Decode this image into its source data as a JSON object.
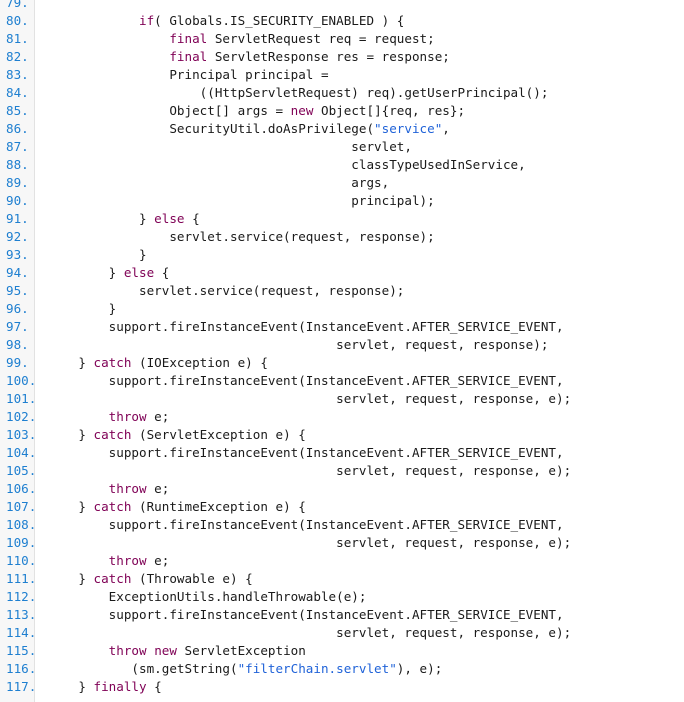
{
  "colors": {
    "keyword": "#7f0055",
    "string": "#1f62d8",
    "line_number": "#1e7fd0",
    "text": "#1a1a1a"
  },
  "lines": [
    {
      "n": "79.",
      "i": 0,
      "t": [
        {
          "x": ""
        }
      ]
    },
    {
      "n": "80.",
      "i": 3,
      "t": [
        {
          "k": "if"
        },
        {
          "x": "( Globals.IS_SECURITY_ENABLED ) {"
        }
      ]
    },
    {
      "n": "81.",
      "i": 4,
      "t": [
        {
          "k": "final"
        },
        {
          "x": " ServletRequest req = request;"
        }
      ]
    },
    {
      "n": "82.",
      "i": 4,
      "t": [
        {
          "k": "final"
        },
        {
          "x": " ServletResponse res = response;"
        }
      ]
    },
    {
      "n": "83.",
      "i": 4,
      "t": [
        {
          "x": "Principal principal ="
        }
      ]
    },
    {
      "n": "84.",
      "i": 5,
      "t": [
        {
          "x": "((HttpServletRequest) req).getUserPrincipal();"
        }
      ]
    },
    {
      "n": "85.",
      "i": 4,
      "t": [
        {
          "x": "Object[] args = "
        },
        {
          "k": "new"
        },
        {
          "x": " Object[]{req, res};"
        }
      ]
    },
    {
      "n": "86.",
      "i": 4,
      "t": [
        {
          "x": "SecurityUtil.doAsPrivilege("
        },
        {
          "s": "\"service\""
        },
        {
          "x": ","
        }
      ]
    },
    {
      "n": "87.",
      "i": 0,
      "p": "                                        ",
      "t": [
        {
          "x": "servlet,"
        }
      ]
    },
    {
      "n": "88.",
      "i": 0,
      "p": "                                        ",
      "t": [
        {
          "x": "classTypeUsedInService,"
        }
      ]
    },
    {
      "n": "89.",
      "i": 0,
      "p": "                                        ",
      "t": [
        {
          "x": "args,"
        }
      ]
    },
    {
      "n": "90.",
      "i": 0,
      "p": "                                        ",
      "t": [
        {
          "x": "principal);"
        }
      ]
    },
    {
      "n": "91.",
      "i": 3,
      "t": [
        {
          "x": "} "
        },
        {
          "k": "else"
        },
        {
          "x": " {"
        }
      ]
    },
    {
      "n": "92.",
      "i": 4,
      "t": [
        {
          "x": "servlet.service(request, response);"
        }
      ]
    },
    {
      "n": "93.",
      "i": 3,
      "t": [
        {
          "x": "}"
        }
      ]
    },
    {
      "n": "94.",
      "i": 2,
      "t": [
        {
          "x": "} "
        },
        {
          "k": "else"
        },
        {
          "x": " {"
        }
      ]
    },
    {
      "n": "95.",
      "i": 3,
      "t": [
        {
          "x": "servlet.service(request, response);"
        }
      ]
    },
    {
      "n": "96.",
      "i": 2,
      "t": [
        {
          "x": "}"
        }
      ]
    },
    {
      "n": "97.",
      "i": 2,
      "t": [
        {
          "x": "support.fireInstanceEvent(InstanceEvent.AFTER_SERVICE_EVENT,"
        }
      ]
    },
    {
      "n": "98.",
      "i": 0,
      "p": "                                      ",
      "t": [
        {
          "x": "servlet, request, response);"
        }
      ]
    },
    {
      "n": "99.",
      "i": 1,
      "t": [
        {
          "x": "} "
        },
        {
          "k": "catch"
        },
        {
          "x": " (IOException e) {"
        }
      ]
    },
    {
      "n": "100.",
      "i": 2,
      "t": [
        {
          "x": "support.fireInstanceEvent(InstanceEvent.AFTER_SERVICE_EVENT,"
        }
      ]
    },
    {
      "n": "101.",
      "i": 0,
      "p": "                                      ",
      "t": [
        {
          "x": "servlet, request, response, e);"
        }
      ]
    },
    {
      "n": "102.",
      "i": 2,
      "t": [
        {
          "k": "throw"
        },
        {
          "x": " e;"
        }
      ]
    },
    {
      "n": "103.",
      "i": 1,
      "t": [
        {
          "x": "} "
        },
        {
          "k": "catch"
        },
        {
          "x": " (ServletException e) {"
        }
      ]
    },
    {
      "n": "104.",
      "i": 2,
      "t": [
        {
          "x": "support.fireInstanceEvent(InstanceEvent.AFTER_SERVICE_EVENT,"
        }
      ]
    },
    {
      "n": "105.",
      "i": 0,
      "p": "                                      ",
      "t": [
        {
          "x": "servlet, request, response, e);"
        }
      ]
    },
    {
      "n": "106.",
      "i": 2,
      "t": [
        {
          "k": "throw"
        },
        {
          "x": " e;"
        }
      ]
    },
    {
      "n": "107.",
      "i": 1,
      "t": [
        {
          "x": "} "
        },
        {
          "k": "catch"
        },
        {
          "x": " (RuntimeException e) {"
        }
      ]
    },
    {
      "n": "108.",
      "i": 2,
      "t": [
        {
          "x": "support.fireInstanceEvent(InstanceEvent.AFTER_SERVICE_EVENT,"
        }
      ]
    },
    {
      "n": "109.",
      "i": 0,
      "p": "                                      ",
      "t": [
        {
          "x": "servlet, request, response, e);"
        }
      ]
    },
    {
      "n": "110.",
      "i": 2,
      "t": [
        {
          "k": "throw"
        },
        {
          "x": " e;"
        }
      ]
    },
    {
      "n": "111.",
      "i": 1,
      "t": [
        {
          "x": "} "
        },
        {
          "k": "catch"
        },
        {
          "x": " (Throwable e) {"
        }
      ]
    },
    {
      "n": "112.",
      "i": 2,
      "t": [
        {
          "x": "ExceptionUtils.handleThrowable(e);"
        }
      ]
    },
    {
      "n": "113.",
      "i": 2,
      "t": [
        {
          "x": "support.fireInstanceEvent(InstanceEvent.AFTER_SERVICE_EVENT,"
        }
      ]
    },
    {
      "n": "114.",
      "i": 0,
      "p": "                                      ",
      "t": [
        {
          "x": "servlet, request, response, e);"
        }
      ]
    },
    {
      "n": "115.",
      "i": 2,
      "t": [
        {
          "k": "throw"
        },
        {
          "x": " "
        },
        {
          "k": "new"
        },
        {
          "x": " ServletException"
        }
      ]
    },
    {
      "n": "116.",
      "i": 0,
      "p": "           ",
      "t": [
        {
          "x": "(sm.getString("
        },
        {
          "s": "\"filterChain.servlet\""
        },
        {
          "x": "), e);"
        }
      ]
    },
    {
      "n": "117.",
      "i": 1,
      "t": [
        {
          "x": "} "
        },
        {
          "k": "finally"
        },
        {
          "x": " {"
        }
      ]
    }
  ]
}
